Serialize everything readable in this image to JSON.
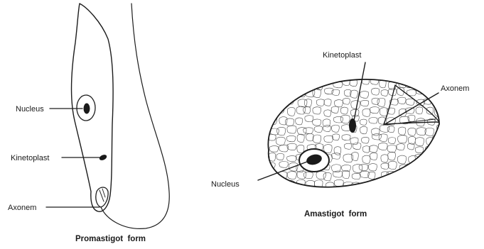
{
  "promastigote": {
    "caption": "Promastigot  form",
    "labels": {
      "nucleus": "Nucleus",
      "kinetoplast": "Kinetoplast",
      "axonem": "Axonem"
    }
  },
  "amastigote": {
    "caption": "Amastigot  form",
    "labels": {
      "kinetoplast": "Kinetoplast",
      "axonem": "Axonem",
      "nucleus": "Nucleus"
    }
  }
}
